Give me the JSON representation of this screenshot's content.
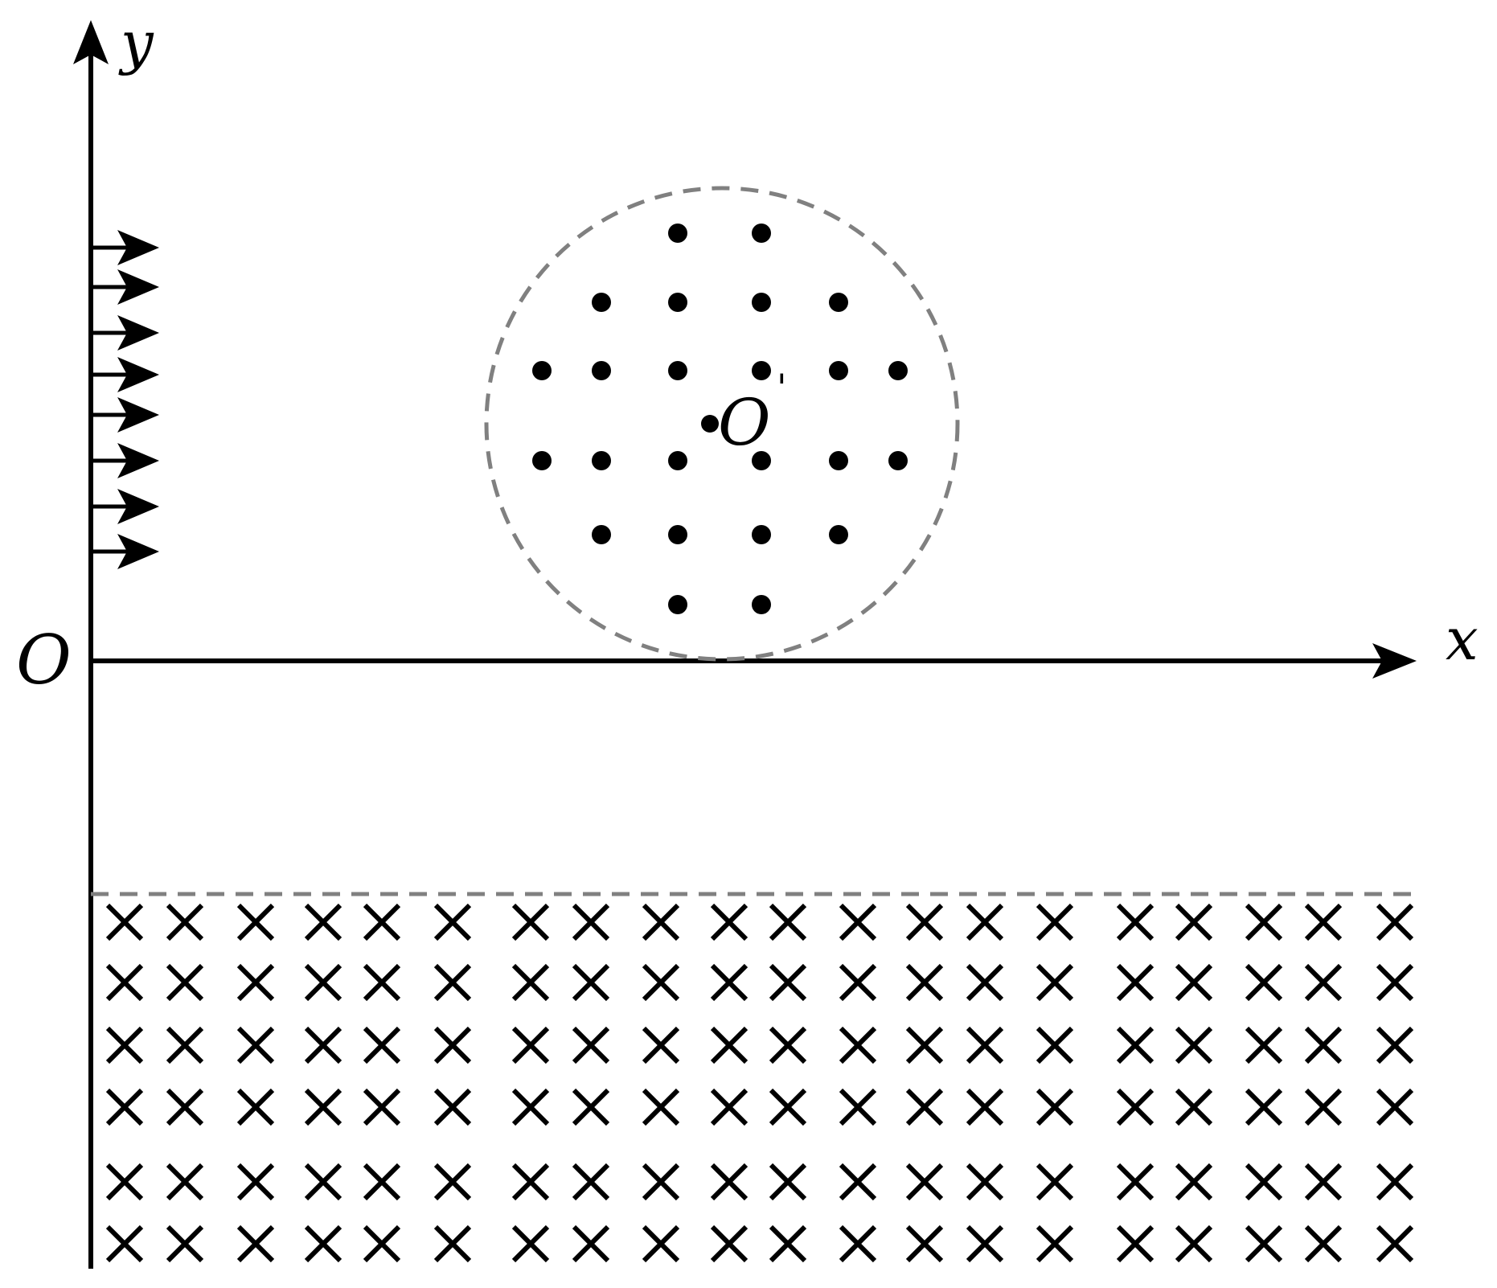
{
  "labels": {
    "x_axis": "x",
    "y_axis": "y",
    "origin": "O",
    "circle_center": "O",
    "circle_center_prime": "'"
  },
  "colors": {
    "ink": "#000000",
    "dashed_boundary": "#808080",
    "background": "#ffffff"
  },
  "symbols": {
    "field_out_of_page": "dot",
    "field_into_page": "cross",
    "electric_field": "arrow-right"
  }
}
